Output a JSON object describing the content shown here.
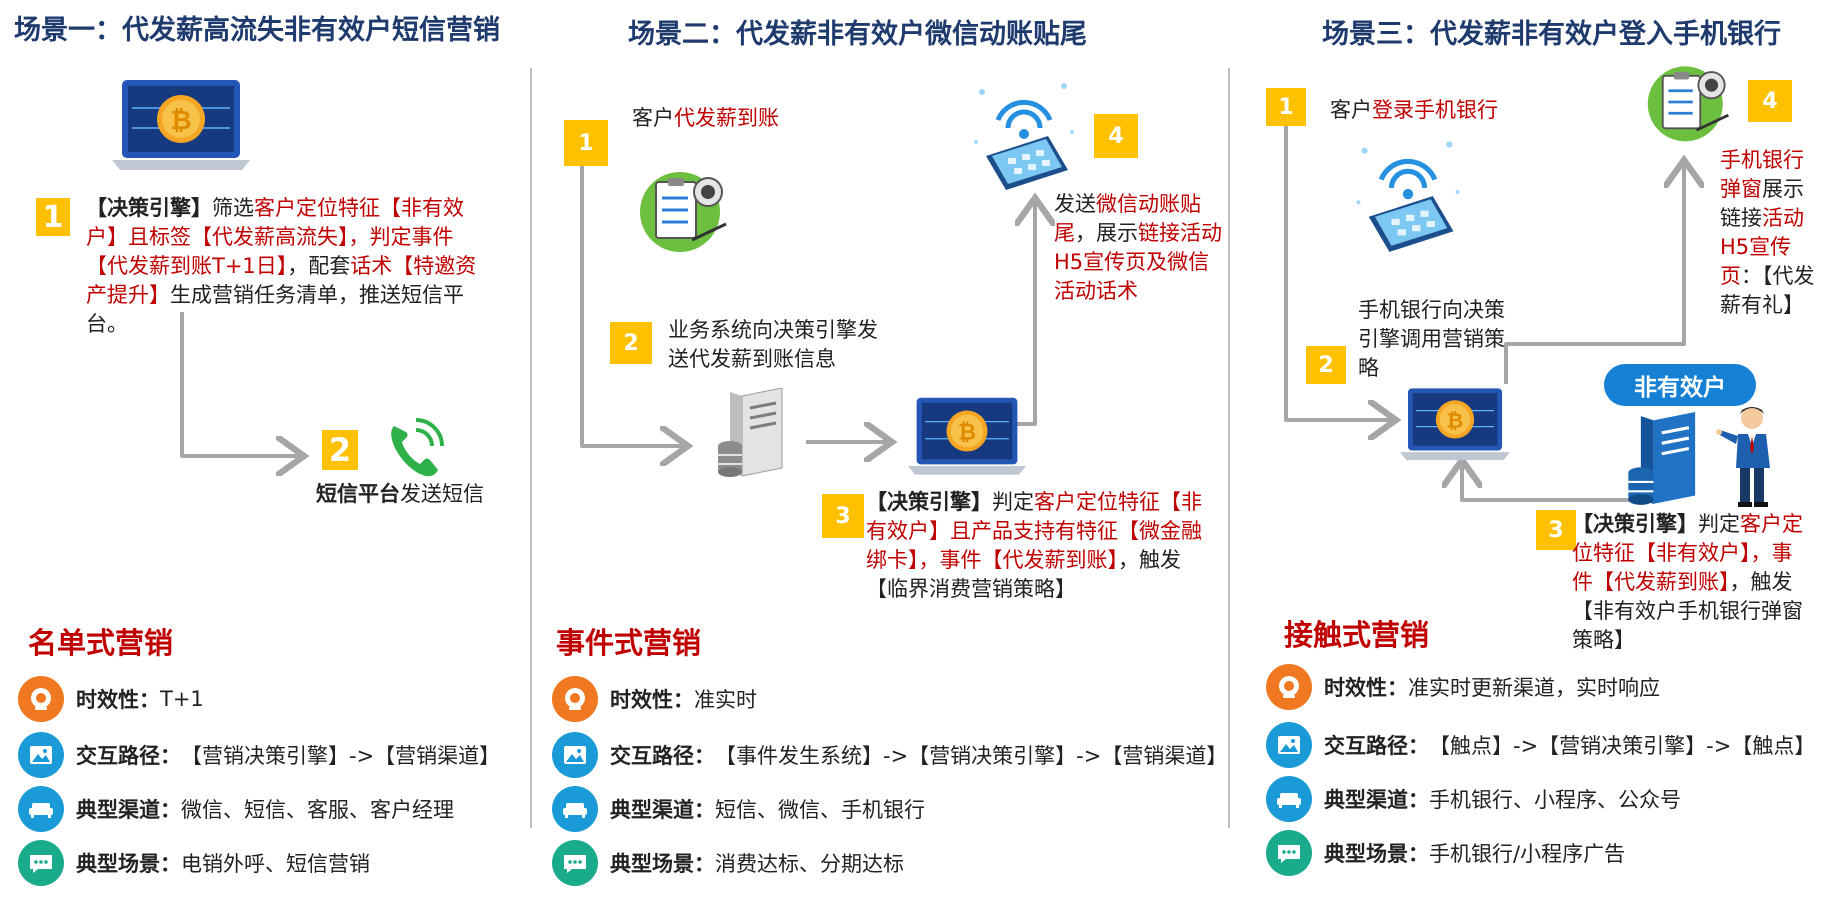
{
  "titles": {
    "s1": "场景一：代发薪高流失非有效户短信营销",
    "s2": "场景二：代发薪非有效户微信动账贴尾",
    "s3": "场景三：代发薪非有效户登入手机银行"
  },
  "colors": {
    "title": "#1f3b6e",
    "highlight": "#c00000",
    "badge": "#ffc000",
    "orange": "#f07820",
    "blue": "#1a9ad6",
    "teal": "#1aaa8c"
  },
  "s1": {
    "badge1": "1",
    "text1": {
      "p1": "【决策引擎】",
      "p2": "筛选",
      "p3": "客户定位特征【非有效户】且标签【代发薪高流失】，判定事件【代发薪到账T+1日】",
      "p4": "，配套",
      "p5": "话术【特邀资产提升】",
      "p6": "生成营销任务清单，推送短信平台。"
    },
    "badge2": "2",
    "text2": {
      "p1": "短信平台",
      "p2": "发送短信"
    },
    "section": "名单式营销",
    "features": [
      {
        "icon": "clock-icon",
        "label": "时效性：",
        "value": "T+1"
      },
      {
        "icon": "image-icon",
        "label": "交互路径：",
        "value": "【营销决策引擎】->【营销渠道】"
      },
      {
        "icon": "sofa-icon",
        "label": "典型渠道：",
        "value": "微信、短信、客服、客户经理"
      },
      {
        "icon": "chat-icon",
        "label": "典型场景：",
        "value": "电销外呼、短信营销"
      }
    ]
  },
  "s2": {
    "badge1": "1",
    "text1": {
      "p1": "客户",
      "p2": "代发薪到账"
    },
    "badge2": "2",
    "text2": "业务系统向决策引擎发送代发薪到账信息",
    "badge3": "3",
    "text3": {
      "p1": "【决策引擎】",
      "p2": "判定",
      "p3": "客户定位特征【非有效户】且产品支持有特征【微金融绑卡】，事件【代发薪到账】",
      "p4": "，触发【临界消费营销策略】"
    },
    "badge4": "4",
    "text4": {
      "p1": "发送",
      "p2": "微信动账贴尾",
      "p3": "，展示",
      "p4": "链接活动H5宣传页及微信活动话术"
    },
    "section": "事件式营销",
    "features": [
      {
        "icon": "clock-icon",
        "label": "时效性：",
        "value": "准实时"
      },
      {
        "icon": "image-icon",
        "label": "交互路径：",
        "value": "【事件发生系统】->【营销决策引擎】->【营销渠道】"
      },
      {
        "icon": "sofa-icon",
        "label": "典型渠道：",
        "value": "短信、微信、手机银行"
      },
      {
        "icon": "chat-icon",
        "label": "典型场景：",
        "value": "消费达标、分期达标"
      }
    ]
  },
  "s3": {
    "badge1": "1",
    "text1": {
      "p1": "客户",
      "p2": "登录手机银行"
    },
    "badge2": "2",
    "text2": "手机银行向决策引擎调用营销策略",
    "badge3": "3",
    "text3": {
      "p1": "【决策引擎】",
      "p2": "判定",
      "p3": "客户定位特征【非有效户】，事件【代发薪到账】",
      "p4": "，触发【非有效户手机银行弹窗策略】"
    },
    "badge4": "4",
    "text4": {
      "p1": "手机银行弹窗",
      "p2": "展示链接",
      "p3": "活动H5宣传页",
      "p4": "：【代发薪有礼】"
    },
    "pill": "非有效户",
    "section": "接触式营销",
    "features": [
      {
        "icon": "clock-icon",
        "label": "时效性：",
        "value": "准实时更新渠道，实时响应"
      },
      {
        "icon": "image-icon",
        "label": "交互路径：",
        "value": "【触点】->【营销决策引擎】->【触点】"
      },
      {
        "icon": "sofa-icon",
        "label": "典型渠道：",
        "value": "手机银行、小程序、公众号"
      },
      {
        "icon": "chat-icon",
        "label": "典型场景：",
        "value": "手机银行/小程序广告"
      }
    ]
  }
}
